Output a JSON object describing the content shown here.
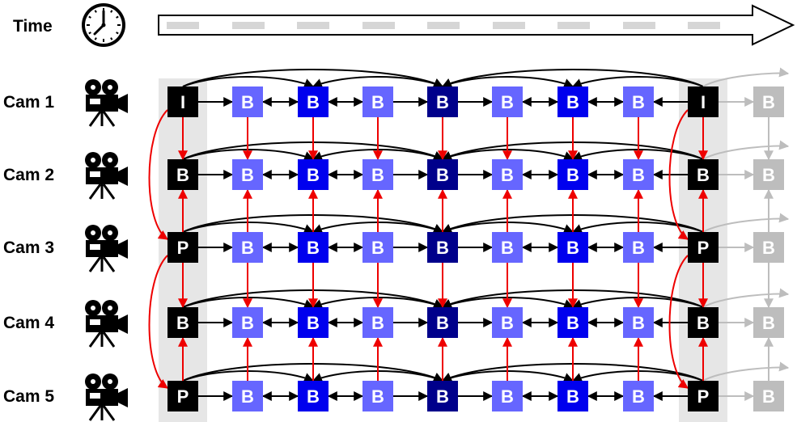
{
  "time_label": "Time",
  "cameras": [
    "Cam 1",
    "Cam 2",
    "Cam 3",
    "Cam 4",
    "Cam 5"
  ],
  "frame_grid": [
    [
      "I",
      "B",
      "B",
      "B",
      "B",
      "B",
      "B",
      "B",
      "I",
      "B"
    ],
    [
      "B",
      "B",
      "B",
      "B",
      "B",
      "B",
      "B",
      "B",
      "B",
      "B"
    ],
    [
      "P",
      "B",
      "B",
      "B",
      "B",
      "B",
      "B",
      "B",
      "P",
      "B"
    ],
    [
      "B",
      "B",
      "B",
      "B",
      "B",
      "B",
      "B",
      "B",
      "B",
      "B"
    ],
    [
      "P",
      "B",
      "B",
      "B",
      "B",
      "B",
      "B",
      "B",
      "P",
      "B"
    ]
  ],
  "column_levels": [
    "key",
    "light",
    "mid",
    "light",
    "dark",
    "light",
    "mid",
    "light",
    "key",
    "next"
  ],
  "colors": {
    "key": "#000000",
    "dark": "#00008b",
    "mid": "#0000ee",
    "light": "#6666ff",
    "next": "#bdbdbd",
    "inter_view_arrow": "#ee0000",
    "temporal_arrow": "#000000",
    "key_column_shading": "#e6e6e6",
    "timeline_dash": "#d6d6d6"
  },
  "icons": {
    "time": "clock-icon",
    "camera": "movie-camera-icon",
    "timeline": "time-arrow-icon"
  }
}
